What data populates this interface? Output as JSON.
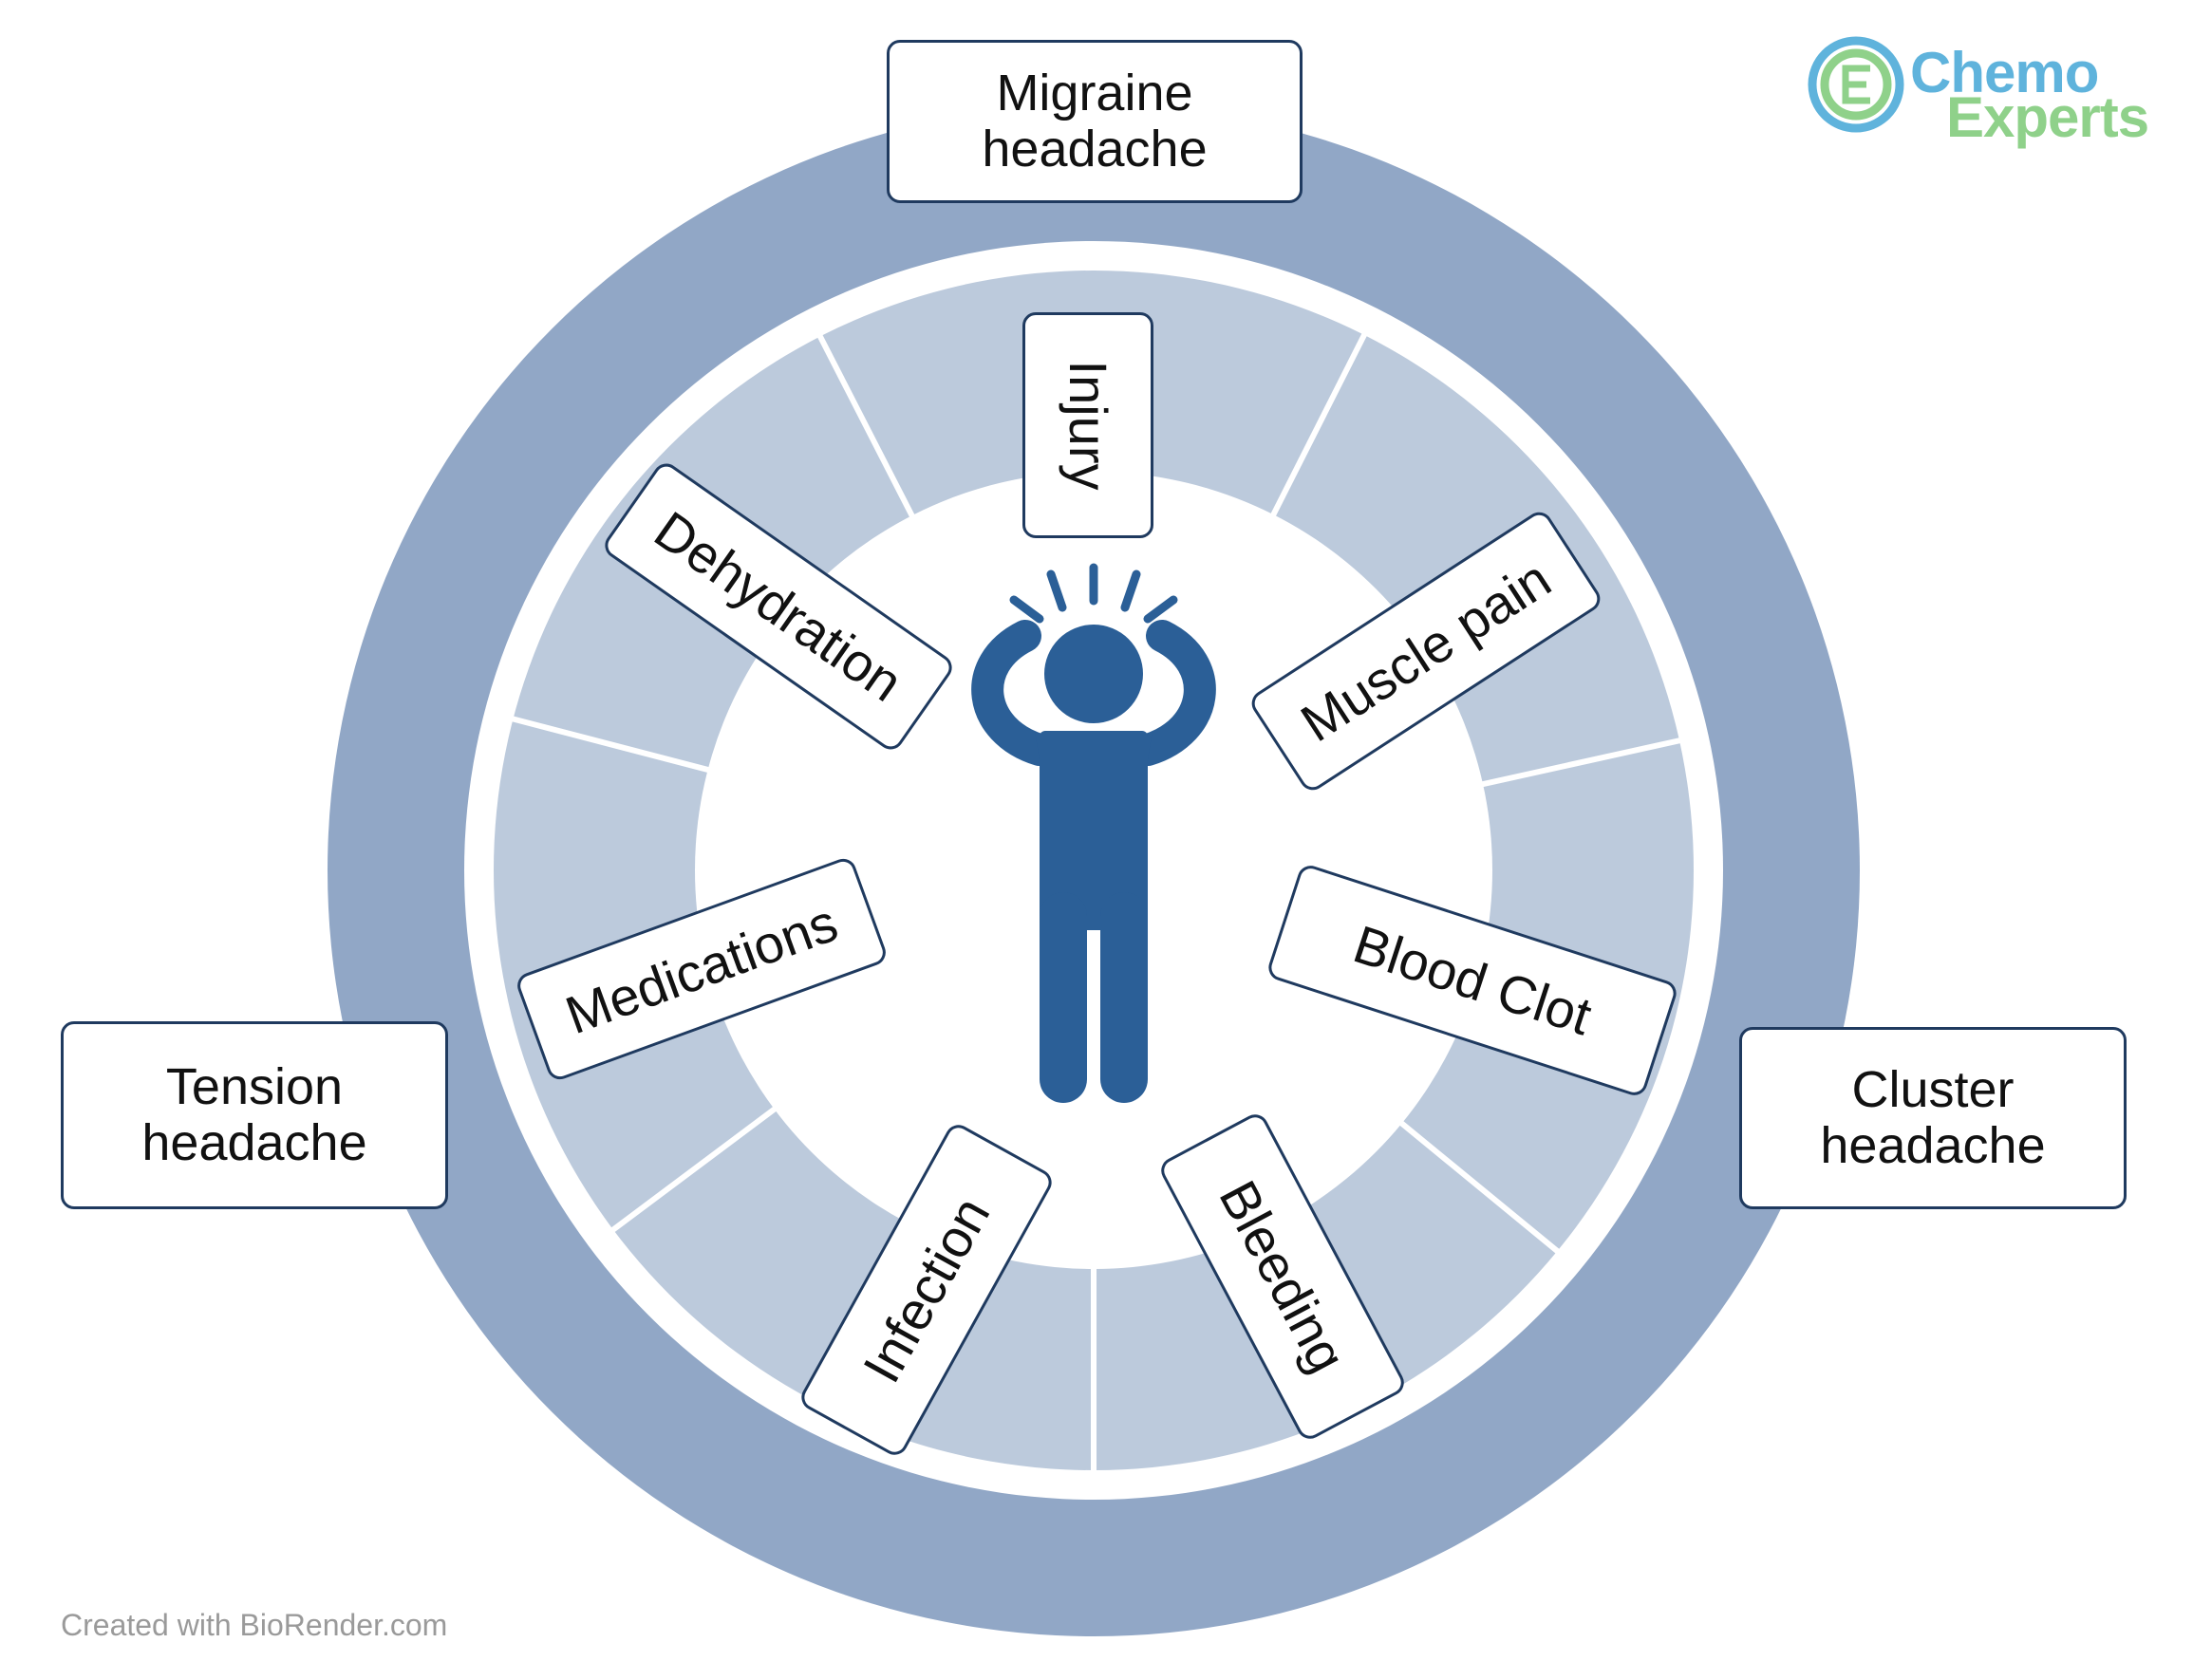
{
  "colors": {
    "outer_ring": "#91a7c6",
    "inner_ring": "#bccadc",
    "figure": "#2b5f97",
    "box_border": "#1f3a5f",
    "logo_blue": "#5fb3dc",
    "logo_green": "#8fd18a"
  },
  "headache_types": {
    "migraine": "Migraine\nheadache",
    "tension": "Tension\nheadache",
    "cluster": "Cluster\nheadache"
  },
  "causes": {
    "injury": "Injury",
    "muscle_pain": "Muscle pain",
    "blood_clot": "Blood Clot",
    "bleeding": "Bleeding",
    "infection": "Infection",
    "medications": "Medications",
    "dehydration": "Dehydration"
  },
  "central_icon": "person-with-headache-icon",
  "logo": {
    "line1": "Chemo",
    "line2": "Experts",
    "icon": "chemo-experts-logo-icon"
  },
  "credit": "Created with BioRender.com"
}
